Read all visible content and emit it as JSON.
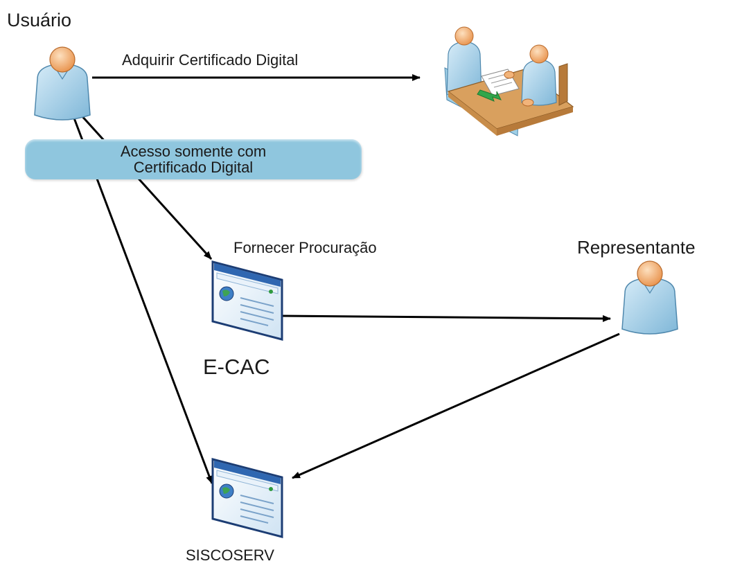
{
  "nodes": {
    "usuario": {
      "label": "Usuário"
    },
    "representante": {
      "label": "Representante"
    },
    "ecac": {
      "label": "E-CAC"
    },
    "siscoserv": {
      "label": "SISCOSERV"
    }
  },
  "edges": {
    "adquirir": {
      "label": "Adquirir Certificado Digital"
    },
    "fornecer": {
      "label": "Fornecer Procuração"
    }
  },
  "note": {
    "text": "Acesso somente com\nCertificado Digital"
  },
  "colors": {
    "line": "#000000",
    "note_fill": "#8fc6de",
    "person_head": "#f1a866",
    "person_body": "#a9d3ea",
    "desk": "#d9a05e",
    "window_border": "#1c3d74"
  },
  "icons": [
    "user-icon",
    "representative-icon",
    "certificate-office-icon",
    "web-window-icon"
  ]
}
